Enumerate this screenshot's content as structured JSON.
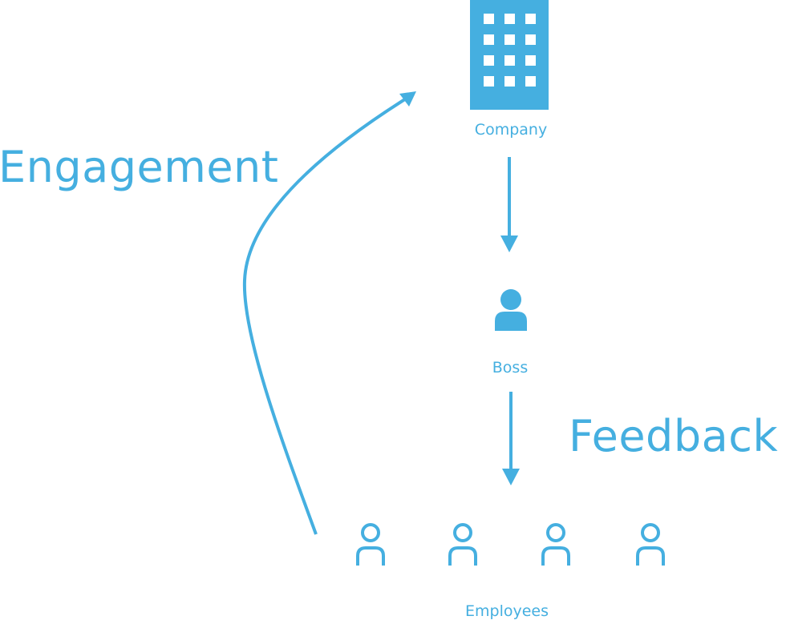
{
  "diagram": {
    "company": {
      "label": "Company",
      "icon": "building-icon"
    },
    "boss": {
      "label": "Boss",
      "icon": "person-icon"
    },
    "employees": {
      "label": "Employees",
      "icons": [
        "person-outline-icon",
        "person-outline-icon",
        "person-outline-icon",
        "person-outline-icon"
      ]
    },
    "engagement_label": "Engagement",
    "feedback_label": "Feedback"
  },
  "colors": {
    "accent": "#45afe0",
    "background": "#ffffff"
  }
}
